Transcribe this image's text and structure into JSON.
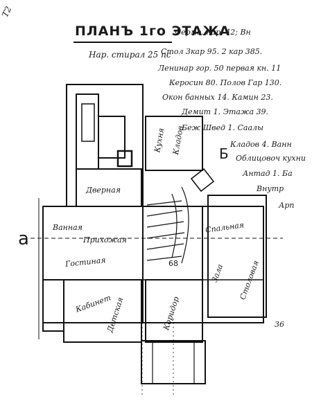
{
  "header": {
    "corner_mark": "Т2",
    "title": "ПЛАНЪ 1го ЭТАЖА",
    "subtitle": "Нар. стирал 25 пс"
  },
  "markers": {
    "section_a": "а",
    "section_b": "Б",
    "stair_number": "68",
    "side_number": "36"
  },
  "legend_notes": [
    "Фермо. нар. 42; Вн",
    "Стол 3кар 95. 2 кар 385.",
    "Ленинар гор. 50 первая кн. 11",
    "Керосин 80. Полов Гар 130.",
    "Окон банных 14. Камин 23.",
    "Демит 1. Этажа 39.",
    "Беж Швед 1. Саалы",
    "Кладов 4. Ванн",
    "Облицовоч кухни",
    "Антад 1. Ба",
    "Внутр",
    "Арп"
  ],
  "room_labels": [
    "Кухня",
    "Кладов",
    "Дверная",
    "Ванная",
    "Прихожая",
    "Гостиная",
    "Спальная",
    "Зала",
    "Столовая",
    "Кабинет",
    "Детская",
    "Коридор"
  ]
}
